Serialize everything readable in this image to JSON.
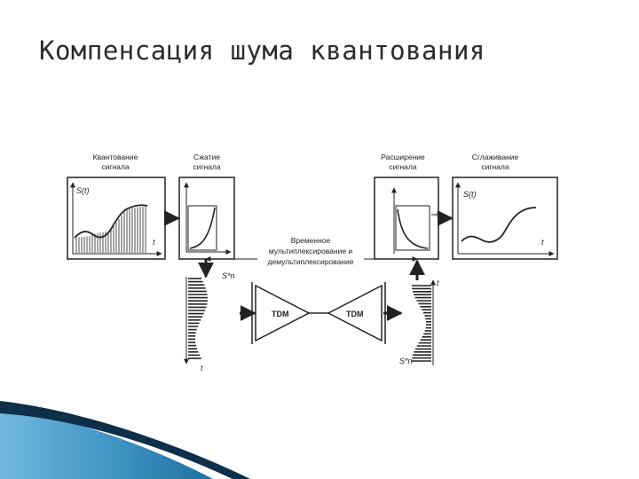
{
  "title": "Компенсация шума квантования",
  "diagram": {
    "labels": {
      "quantization_line1": "Квантование",
      "quantization_line2": "сигнала",
      "compression_line1": "Сжатие",
      "compression_line2": "сигнала",
      "expansion_line1": "Расширение",
      "expansion_line2": "сигнала",
      "smoothing_line1": "Сглаживание",
      "smoothing_line2": "сигнала",
      "tdm_line1": "Временное",
      "tdm_line2": "мультиплексирование и",
      "tdm_line3": "демультиплексирование"
    },
    "axis": {
      "s_of_t": "S(t)",
      "t": "t",
      "s_n_star": "S*n"
    },
    "blocks": {
      "tdm_left": "TDM",
      "tdm_right": "TDM"
    },
    "colors": {
      "ink": "#222222",
      "decor_blue": "#3a8fc0",
      "decor_dark": "#0d2f4a"
    }
  }
}
